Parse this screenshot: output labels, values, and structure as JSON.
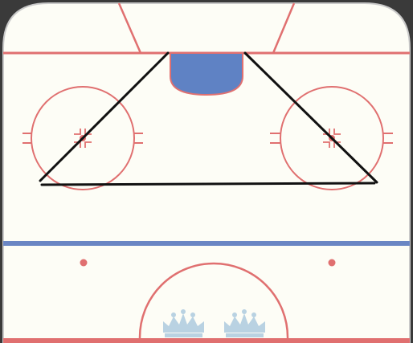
{
  "colors": {
    "background": "#3a3a3a",
    "ice": "#fdfdf6",
    "red_line": "#e07070",
    "blue_line": "#6a86c4",
    "crease_fill": "#5f82c4",
    "diagram_line": "#111111",
    "logo": "#b9d2e2"
  },
  "rink": {
    "zone": "defensive",
    "faceoff_circles": 2,
    "neutral_zone_dots": 2,
    "center_logo": "three-crowns-logo"
  },
  "diagram": {
    "shape": "trapezoid",
    "description_visible": ""
  }
}
